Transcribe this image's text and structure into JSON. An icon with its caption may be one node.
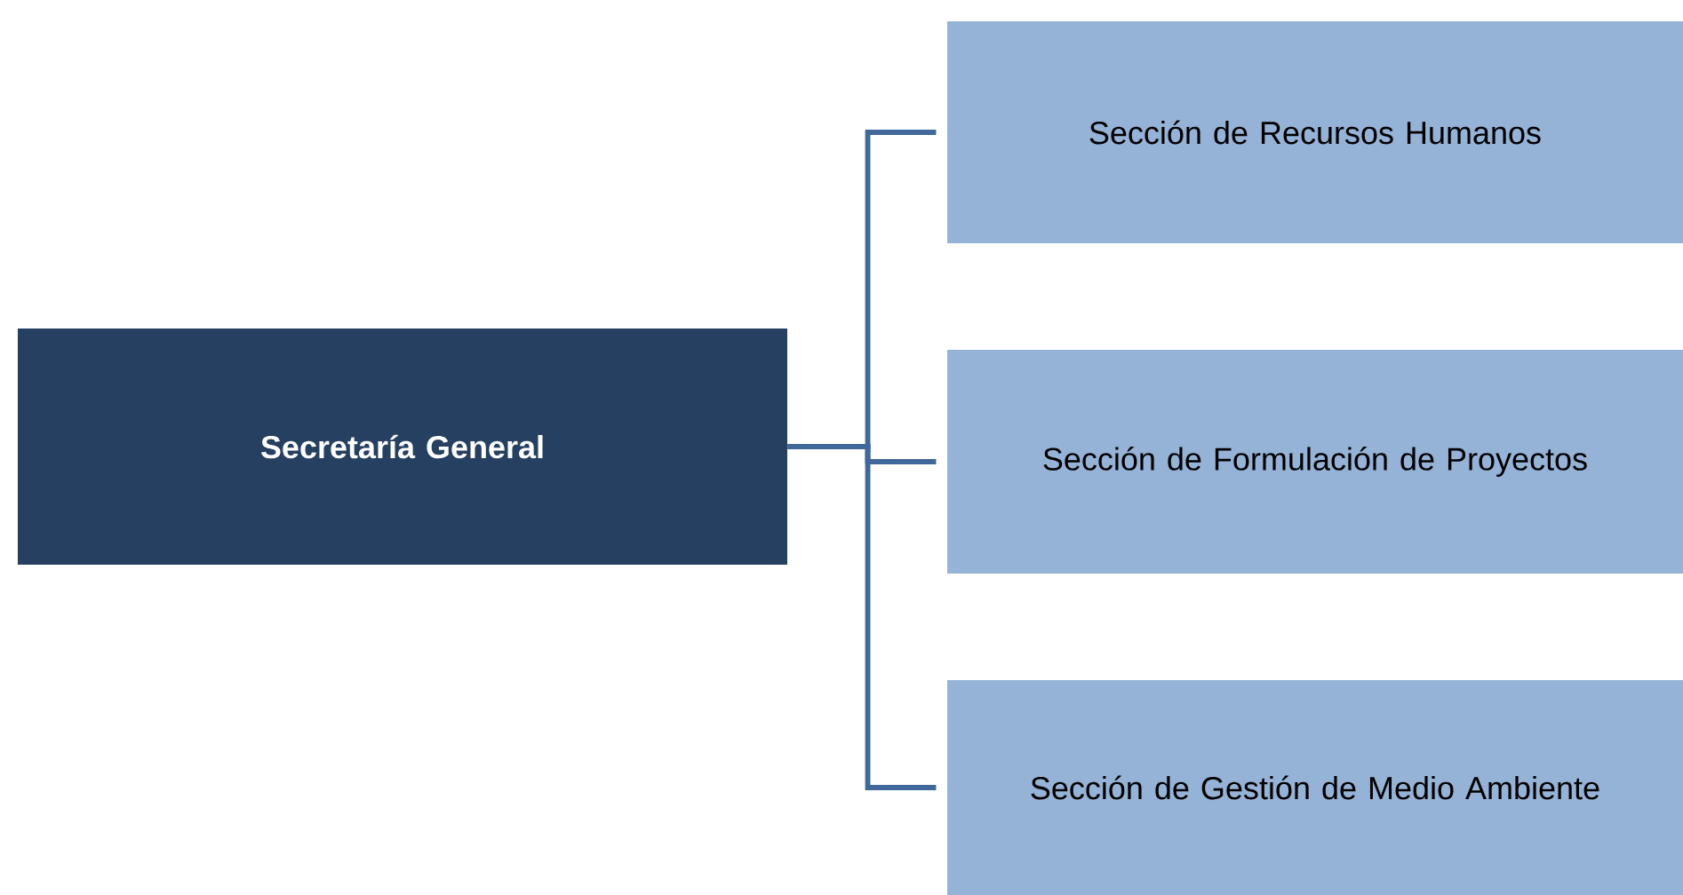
{
  "diagram": {
    "nodes": [
      {
        "text": [
          "Secretaría General"
        ]
      },
      {
        "text": [
          "Sección de Recursos Humanos"
        ]
      },
      {
        "text": [
          "Sección de Formulación de Proyectos"
        ]
      },
      {
        "text": [
          "Sección de Gestión de Medio Ambiente"
        ]
      }
    ],
    "edges": [
      {
        "from": 0,
        "to": 1,
        "arrow": "none"
      },
      {
        "from": 0,
        "to": 2,
        "arrow": "none"
      },
      {
        "from": 0,
        "to": 3,
        "arrow": "none"
      }
    ]
  }
}
